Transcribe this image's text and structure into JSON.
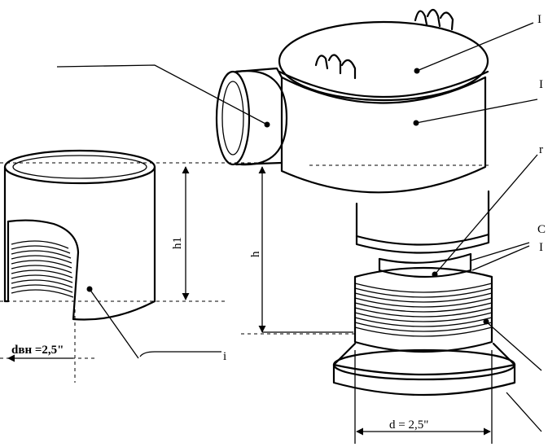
{
  "labels": {
    "h1": "h1",
    "h": "h",
    "d_inner": "dвн =2,5\"",
    "d": "d = 2,5\"",
    "bottom_left_fragment": "i",
    "edge_fragments": [
      "I",
      "I",
      "r",
      "C",
      "I"
    ]
  },
  "colors": {
    "line": "#000000",
    "background": "#ffffff",
    "shading": "#d9d9d9"
  }
}
